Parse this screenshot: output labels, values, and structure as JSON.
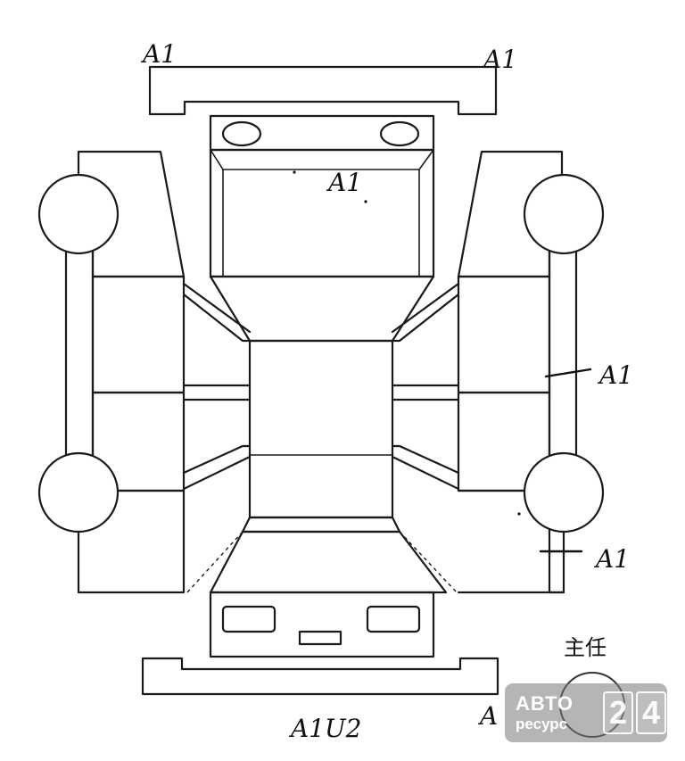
{
  "labels": {
    "front_bumper_left": "A1",
    "front_bumper_right": "A1",
    "hood": "A1",
    "right_side_upper": "A1",
    "right_side_lower": "A1",
    "rear_bumper": "A1U2",
    "rear_bumper_right": "A",
    "stamp": "主任"
  },
  "watermark": {
    "line1": "АВТО",
    "line2": "ресурс",
    "digit1": "2",
    "digit2": "4"
  }
}
